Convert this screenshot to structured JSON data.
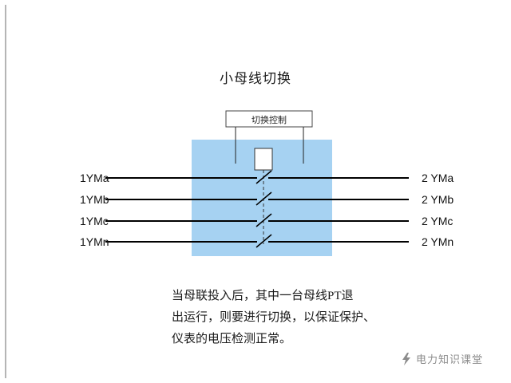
{
  "diagram": {
    "title": "小母线切换",
    "control_label": "切换控制",
    "left_labels": [
      "1YMa",
      "1YMb",
      "1YMc",
      "1YMn"
    ],
    "right_labels": [
      "2 YMa",
      "2 YMb",
      "2 YMc",
      "2 YMn"
    ],
    "description_lines": [
      "当母联投入后，其中一台母线PT退",
      "出运行，则要进行切换，以保证保护、",
      "仪表的电压检测正常。"
    ],
    "watermark": "电力知识课堂",
    "colors": {
      "box_fill": "#a6d2f2",
      "wire": "#000000",
      "watermark_gray": "#8c8c8c"
    }
  }
}
